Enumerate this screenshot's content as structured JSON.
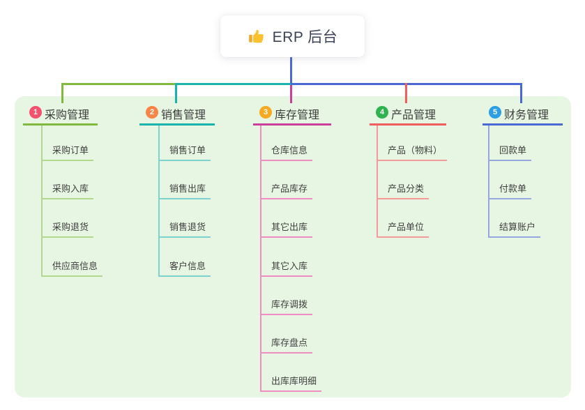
{
  "root": {
    "label": "ERP 后台",
    "icon": "thumbs-up-icon"
  },
  "panel_color": "#e7f6e2",
  "canvas_color": "#ffffff",
  "root_connector_color": "#4a68d4",
  "branches": [
    {
      "badge": "1",
      "label": "采购管理",
      "badge_color": "#f4516c",
      "line_color": "#7fba3d",
      "child_line_color": "#b2d88d",
      "children": [
        "采购订单",
        "采购入库",
        "采购退货",
        "供应商信息"
      ]
    },
    {
      "badge": "2",
      "label": "销售管理",
      "badge_color": "#f98445",
      "line_color": "#17b3ac",
      "child_line_color": "#7dd3cd",
      "children": [
        "销售订单",
        "销售出库",
        "销售退货",
        "客户信息"
      ]
    },
    {
      "badge": "3",
      "label": "库存管理",
      "badge_color": "#f8a91f",
      "line_color": "#cb3f9a",
      "child_line_color": "#ef8cc0",
      "children": [
        "仓库信息",
        "产品库存",
        "其它出库",
        "其它入库",
        "库存调拨",
        "库存盘点",
        "出库库明细"
      ]
    },
    {
      "badge": "4",
      "label": "产品管理",
      "badge_color": "#2eb34f",
      "line_color": "#f15c5c",
      "child_line_color": "#f49a98",
      "children": [
        "产品（物料）",
        "产品分类",
        "产品单位"
      ]
    },
    {
      "badge": "5",
      "label": "财务管理",
      "badge_color": "#2d9fe5",
      "line_color": "#4a68d4",
      "child_line_color": "#94a7de",
      "children": [
        "回款单",
        "付款单",
        "结算账户"
      ]
    }
  ]
}
